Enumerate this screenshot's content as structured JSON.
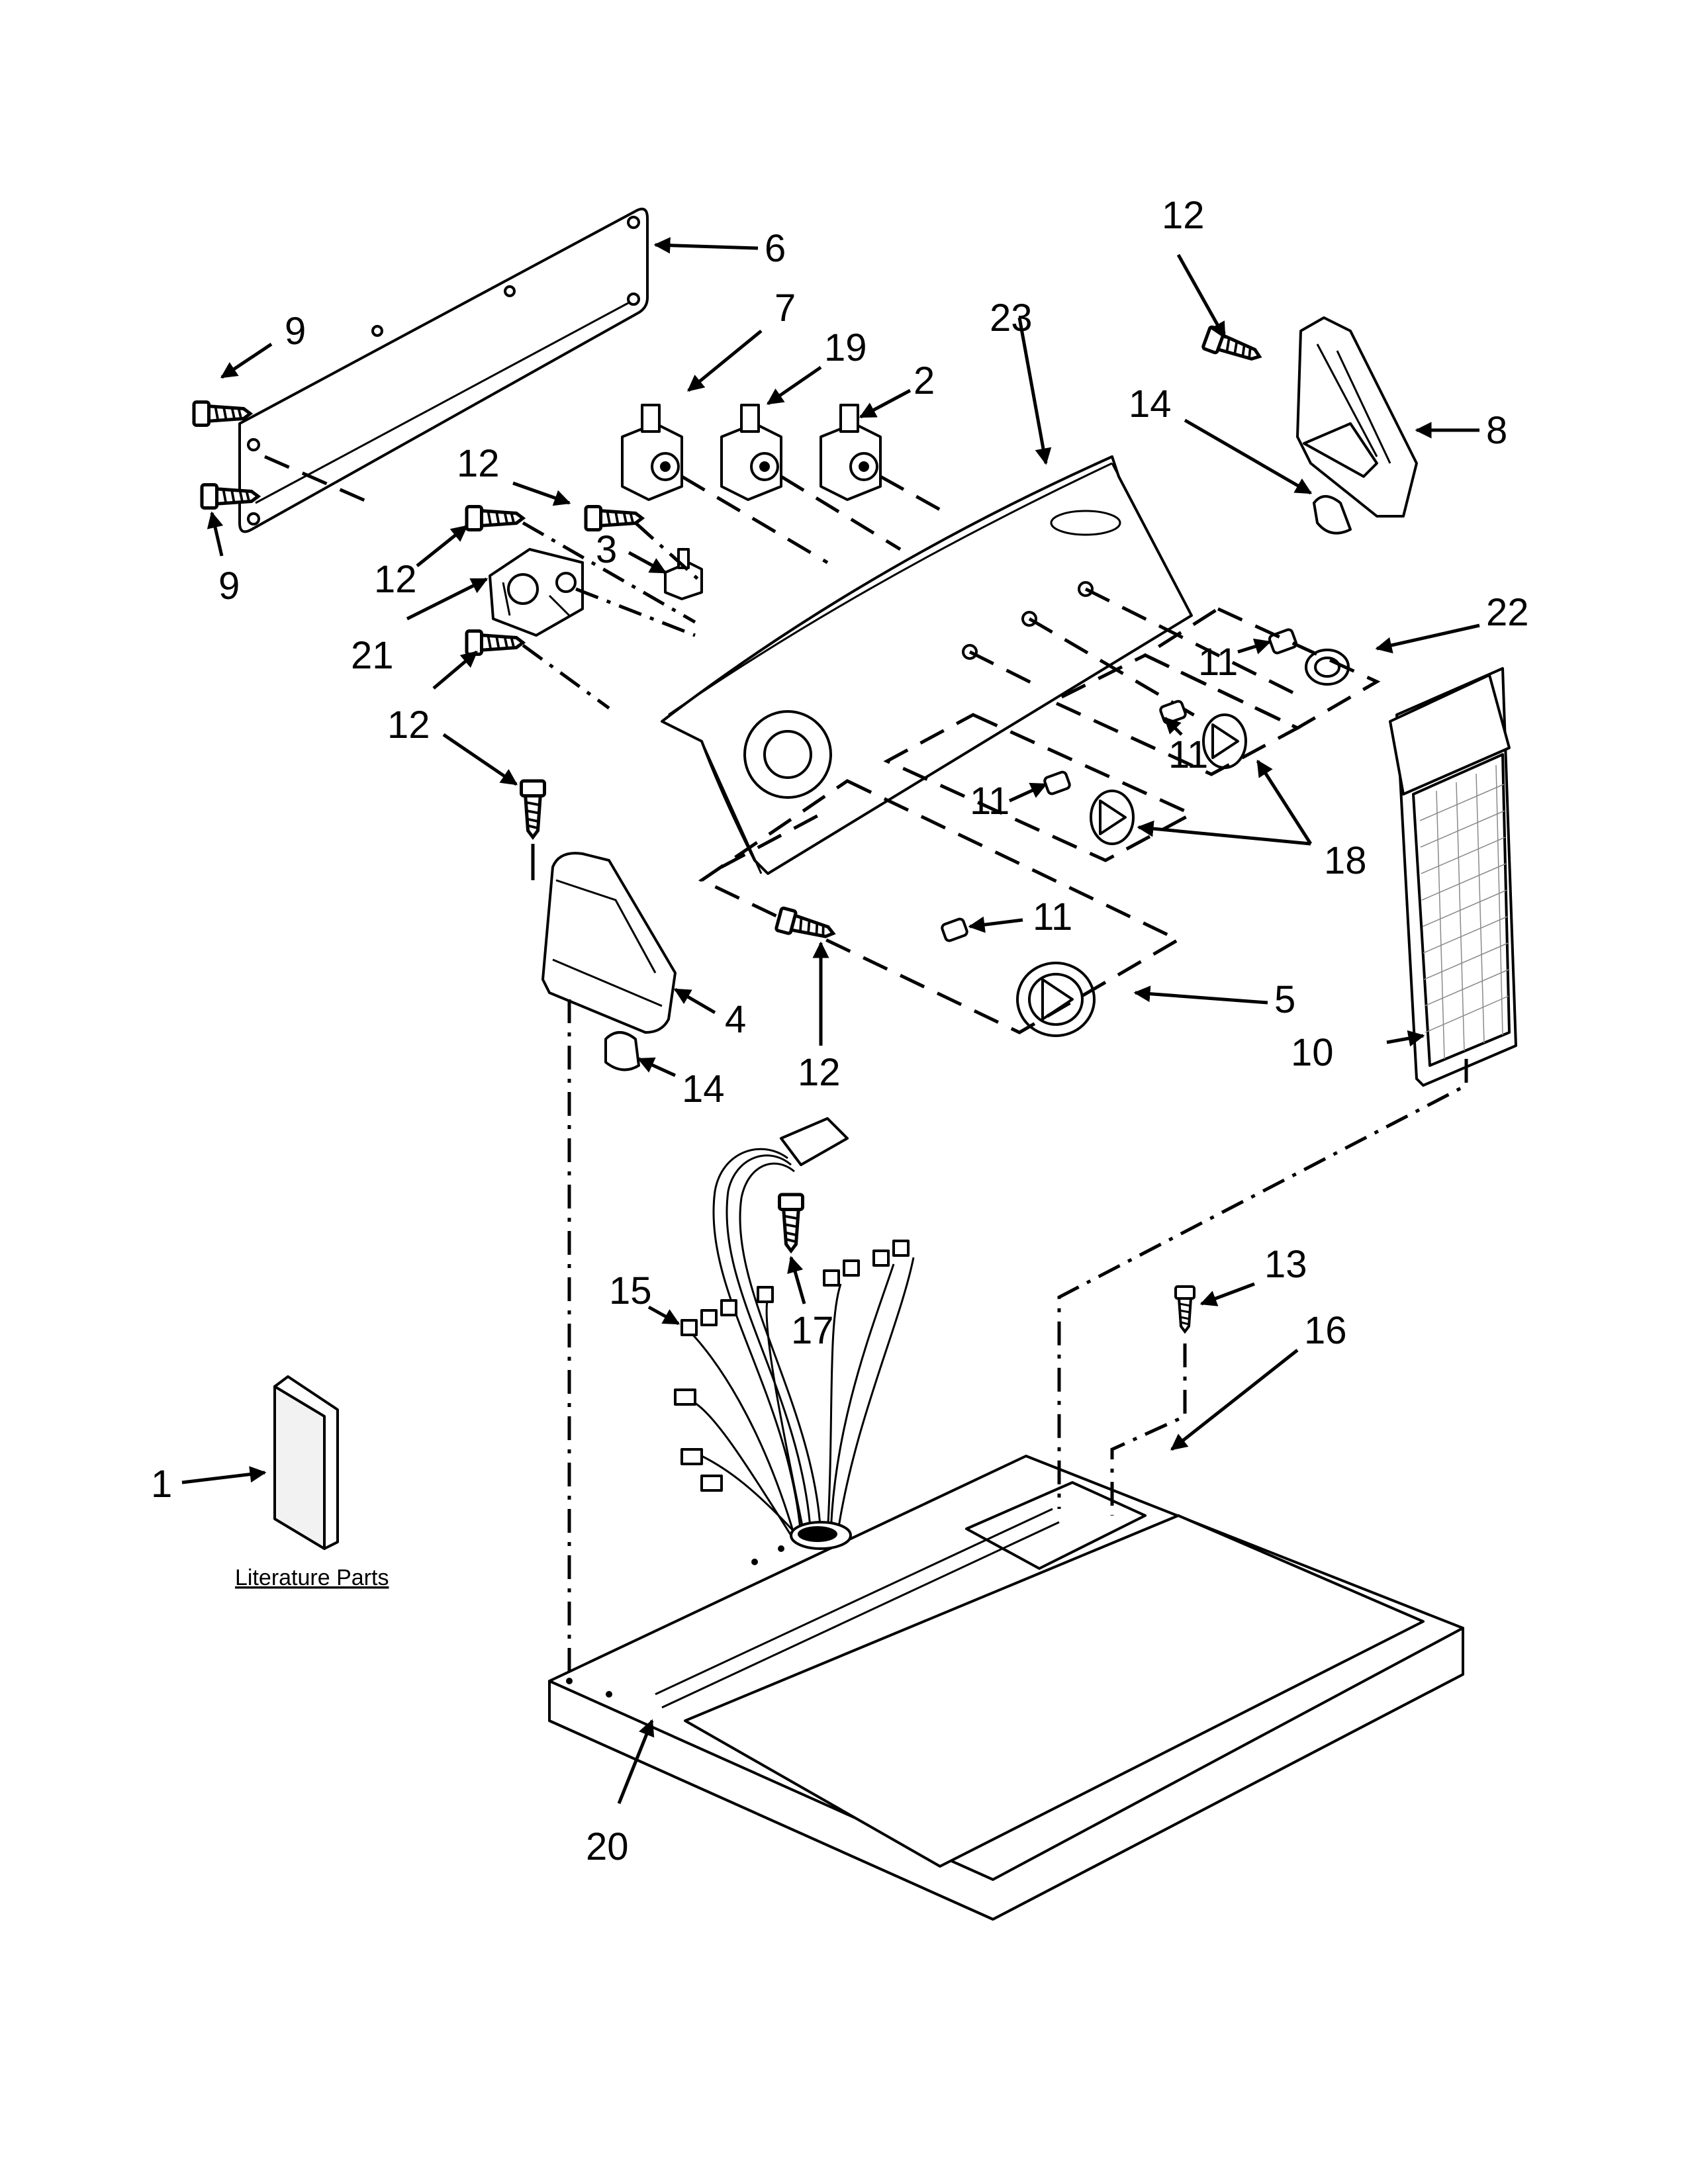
{
  "diagram": {
    "callouts": [
      {
        "id": "c-6",
        "label": "6"
      },
      {
        "id": "c-9a",
        "label": "9"
      },
      {
        "id": "c-9b",
        "label": "9"
      },
      {
        "id": "c-7",
        "label": "7"
      },
      {
        "id": "c-19",
        "label": "19"
      },
      {
        "id": "c-2",
        "label": "2"
      },
      {
        "id": "c-23",
        "label": "23"
      },
      {
        "id": "c-12a",
        "label": "12"
      },
      {
        "id": "c-14a",
        "label": "14"
      },
      {
        "id": "c-8",
        "label": "8"
      },
      {
        "id": "c-12b",
        "label": "12"
      },
      {
        "id": "c-3",
        "label": "3"
      },
      {
        "id": "c-12c",
        "label": "12"
      },
      {
        "id": "c-21",
        "label": "21"
      },
      {
        "id": "c-12d",
        "label": "12"
      },
      {
        "id": "c-22",
        "label": "22"
      },
      {
        "id": "c-11a",
        "label": "11"
      },
      {
        "id": "c-11b",
        "label": "11"
      },
      {
        "id": "c-11c",
        "label": "11"
      },
      {
        "id": "c-18",
        "label": "18"
      },
      {
        "id": "c-11d",
        "label": "11"
      },
      {
        "id": "c-5",
        "label": "5"
      },
      {
        "id": "c-4",
        "label": "4"
      },
      {
        "id": "c-12e",
        "label": "12"
      },
      {
        "id": "c-10",
        "label": "10"
      },
      {
        "id": "c-14b",
        "label": "14"
      },
      {
        "id": "c-15",
        "label": "15"
      },
      {
        "id": "c-17",
        "label": "17"
      },
      {
        "id": "c-13",
        "label": "13"
      },
      {
        "id": "c-16",
        "label": "16"
      },
      {
        "id": "c-1",
        "label": "1"
      },
      {
        "id": "c-20",
        "label": "20"
      }
    ],
    "literature_label": "Literature Parts"
  }
}
